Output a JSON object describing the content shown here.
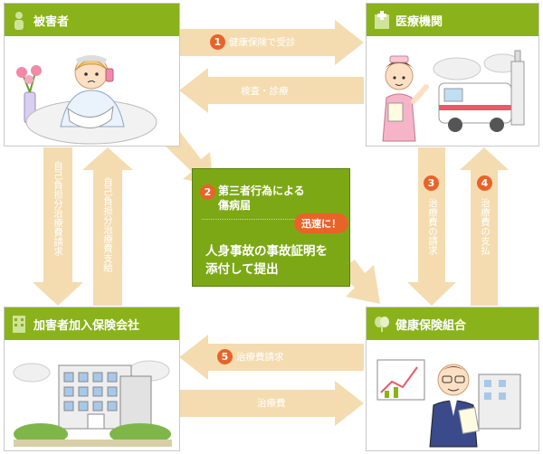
{
  "boxes": {
    "victim": "被害者",
    "medical": "医療機関",
    "insurer": "加害者加入保険会社",
    "union": "健康保険組合"
  },
  "arrows": {
    "a1": {
      "num": "1",
      "text": "健康保険で受診"
    },
    "exam": {
      "text": "検査・診療"
    },
    "self_claim": {
      "text": "自己負担分治療費請求"
    },
    "self_pay": {
      "text": "自己負担分治療費支給"
    },
    "a3": {
      "num": "3",
      "text": "治療費の請求"
    },
    "a4": {
      "num": "4",
      "text": "治療費の支払"
    },
    "a5": {
      "num": "5",
      "text": "治療費請求"
    },
    "fee": {
      "text": "治療費"
    }
  },
  "center": {
    "num": "2",
    "title_line1": "第三者行為による",
    "title_line2": "傷病届",
    "badge": "迅速に！",
    "body_line1": "人身事故の事故証明を",
    "body_line2": "添付して提出"
  },
  "colors": {
    "green": "#8ab21a",
    "arrow": "#f4dcb0",
    "accent": "#e8632a"
  }
}
